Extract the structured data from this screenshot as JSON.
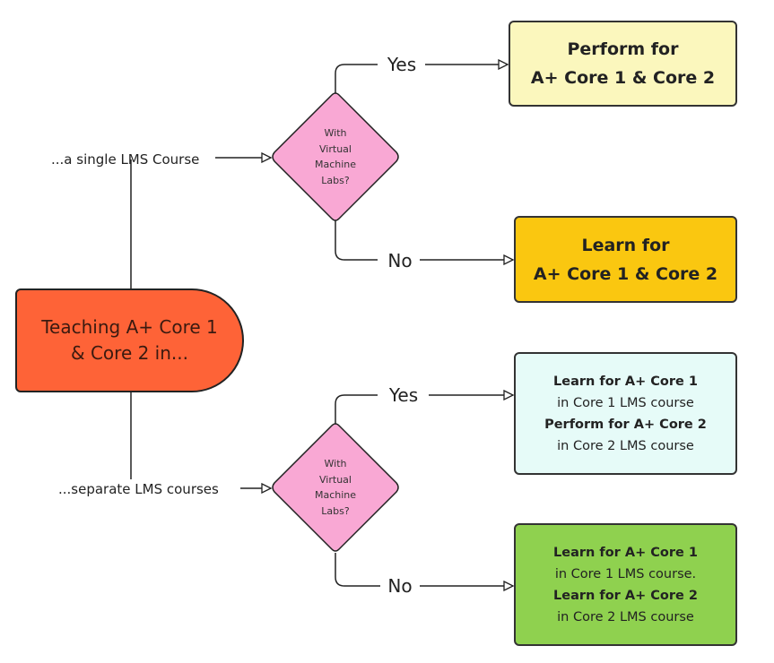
{
  "start": {
    "line1": "Teaching A+ Core 1",
    "line2": "& Core 2 in..."
  },
  "paths": {
    "single": "...a single LMS Course",
    "separate": "...separate LMS courses"
  },
  "decision": {
    "lines": [
      "With",
      "Virtual",
      "Machine",
      "Labs?"
    ]
  },
  "branches": {
    "yes": "Yes",
    "no": "No"
  },
  "outcomes": {
    "single_yes": {
      "line1": "Perform for",
      "line2": "A+ Core 1 & Core 2"
    },
    "single_no": {
      "line1": "Learn for",
      "line2": "A+ Core 1 & Core 2"
    },
    "separate_yes": {
      "line1": "Learn for A+ Core 1",
      "line2": "in Core 1 LMS course",
      "line3": "Perform for A+ Core 2",
      "line4": "in Core 2 LMS course"
    },
    "separate_no": {
      "line1": "Learn for A+ Core 1",
      "line2": "in Core 1 LMS course.",
      "line3": "Learn for A+ Core 2",
      "line4": "in Core 2 LMS course"
    }
  },
  "colors": {
    "start": "#fe6337",
    "decision": "#f9a8d4",
    "single_yes": "#fbf7bd",
    "single_no": "#fac710",
    "separate_yes": "#e6fbf8",
    "separate_no": "#8fd14f"
  }
}
